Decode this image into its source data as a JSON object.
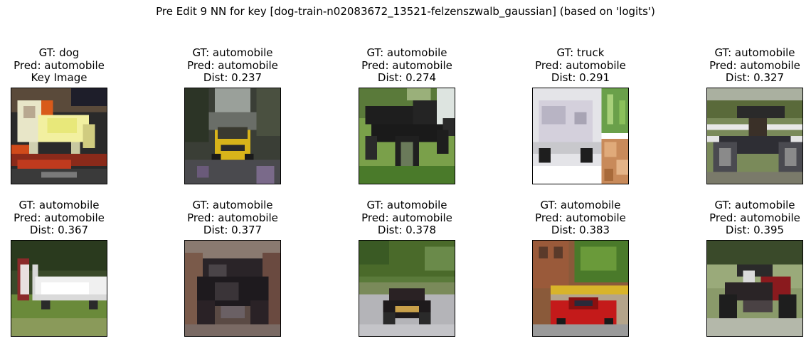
{
  "figure": {
    "title": "Pre Edit 9 NN for key [dog-train-n02083672_13521-felzenszwalb_gaussian] (based on 'logits')"
  },
  "panels": [
    {
      "gt": "GT: dog",
      "pred": "Pred: automobile",
      "extra": "Key Image",
      "thumbnail_icon": "dog-photo-icon"
    },
    {
      "gt": "GT: automobile",
      "pred": "Pred: automobile",
      "extra": "Dist: 0.237",
      "thumbnail_icon": "yellow-car-photo-icon"
    },
    {
      "gt": "GT: automobile",
      "pred": "Pred: automobile",
      "extra": "Dist: 0.274",
      "thumbnail_icon": "black-vintage-car-photo-icon"
    },
    {
      "gt": "GT: truck",
      "pred": "Pred: automobile",
      "extra": "Dist: 0.291",
      "thumbnail_icon": "white-truck-photo-icon"
    },
    {
      "gt": "GT: automobile",
      "pred": "Pred: automobile",
      "extra": "Dist: 0.327",
      "thumbnail_icon": "vintage-car-photo-icon"
    },
    {
      "gt": "GT: automobile",
      "pred": "Pred: automobile",
      "extra": "Dist: 0.367",
      "thumbnail_icon": "white-limousine-photo-icon"
    },
    {
      "gt": "GT: automobile",
      "pred": "Pred: automobile",
      "extra": "Dist: 0.377",
      "thumbnail_icon": "classic-car-photo-icon"
    },
    {
      "gt": "GT: automobile",
      "pred": "Pred: automobile",
      "extra": "Dist: 0.378",
      "thumbnail_icon": "vintage-car-road-photo-icon"
    },
    {
      "gt": "GT: automobile",
      "pred": "Pred: automobile",
      "extra": "Dist: 0.383",
      "thumbnail_icon": "red-car-photo-icon"
    },
    {
      "gt": "GT: automobile",
      "pred": "Pred: automobile",
      "extra": "Dist: 0.395",
      "thumbnail_icon": "red-vintage-car-photo-icon"
    }
  ],
  "colors": {
    "frame": "#000000",
    "text": "#000000",
    "background": "#ffffff"
  }
}
